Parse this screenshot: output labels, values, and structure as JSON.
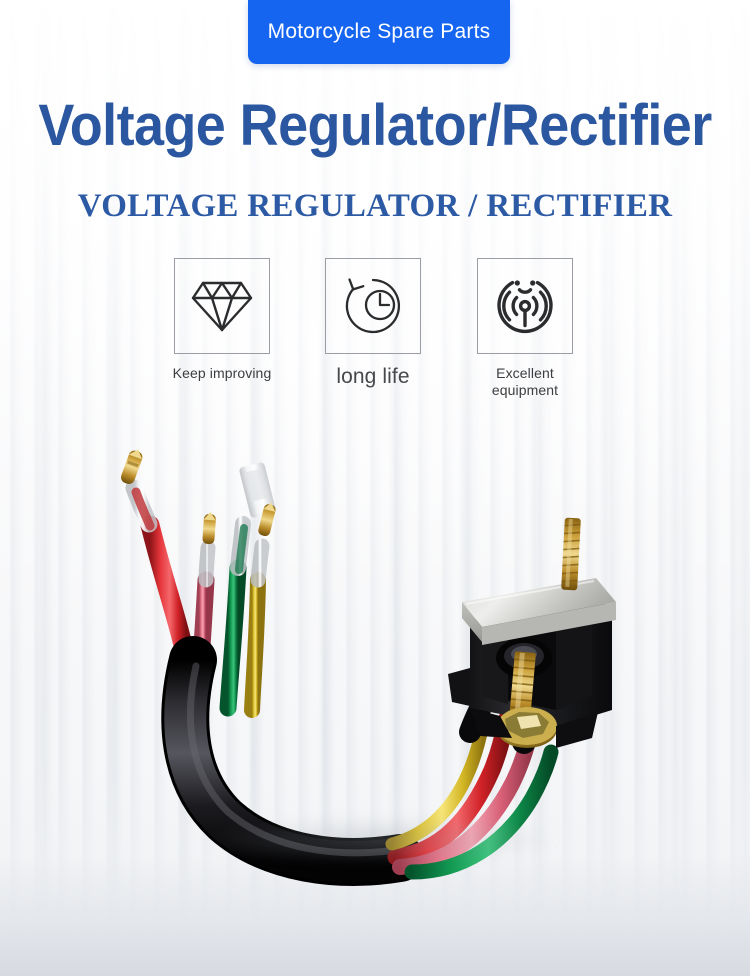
{
  "badge": {
    "label": "Motorcycle Spare Parts",
    "background_color": "#1565f0",
    "text_color": "#ffffff"
  },
  "heading": {
    "title": "Voltage Regulator/Rectifier",
    "subtitle": "VOLTAGE REGULATOR / RECTIFIER",
    "title_color": "#2b56a0",
    "subtitle_color": "#2d5aa4"
  },
  "features": [
    {
      "icon": "diamond-icon",
      "label": "Keep improving"
    },
    {
      "icon": "refresh-clock-icon",
      "label": "long life"
    },
    {
      "icon": "signal-broadcast-icon",
      "label_line1": "Excellent",
      "label_line2": "equipment"
    }
  ],
  "product": {
    "name": "motorcycle voltage regulator rectifier wire harness",
    "housing_color": "#1b1b1d",
    "heatsink_color": "#c9c9c7",
    "stud_color": "#b08a32",
    "bolt_color": "#c9a22e",
    "sheath_color": "#141416",
    "wires": [
      {
        "name": "red-wire",
        "color": "#d8262b",
        "terminal": "gold-bullet-connector"
      },
      {
        "name": "pink-wire",
        "color": "#e0647c",
        "terminal": "gold-bullet-connector"
      },
      {
        "name": "green-wire",
        "color": "#14924f",
        "terminal": "gold-blade-connector"
      },
      {
        "name": "yellow-wire",
        "color": "#e3c22c",
        "terminal": "gold-bullet-connector"
      }
    ]
  },
  "background": {
    "style": "white studio backdrop with vertical slats",
    "base_color": "#f4f5f7"
  }
}
